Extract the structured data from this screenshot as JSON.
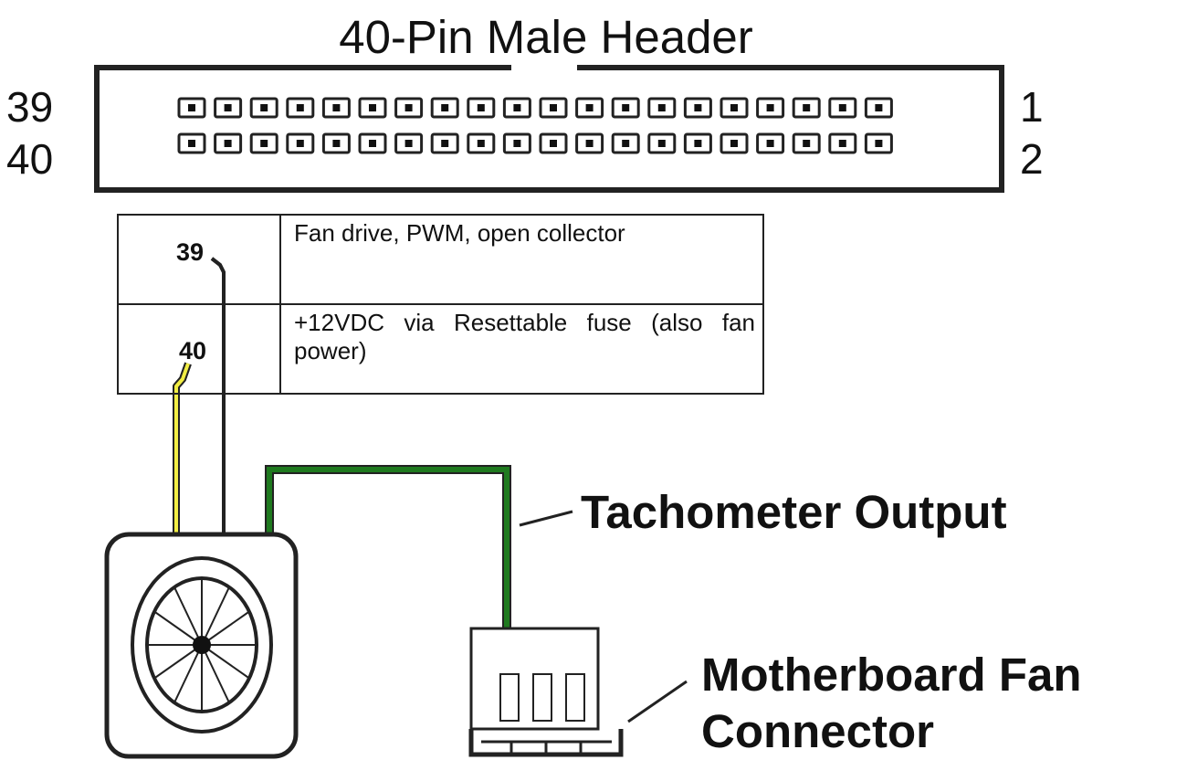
{
  "header": {
    "title": "40-Pin Male Header",
    "left_top_pin": "39",
    "left_bottom_pin": "40",
    "right_top_pin": "1",
    "right_bottom_pin": "2",
    "pins_per_row": 20
  },
  "pin_table": {
    "rows": [
      {
        "pin": "39",
        "description": "Fan drive, PWM, open collector"
      },
      {
        "pin": "40",
        "description": "+12VDC via Resettable fuse (also fan power)"
      }
    ]
  },
  "labels": {
    "tachometer": "Tachometer Output",
    "motherboard_line1": "Motherboard Fan",
    "motherboard_line2": "Connector"
  },
  "colors": {
    "yellow_wire": "#f2ee44",
    "black_wire": "#222222",
    "green_wire": "#1f7a1f",
    "outline": "#222222"
  },
  "fan": {
    "blade_count": 12
  }
}
